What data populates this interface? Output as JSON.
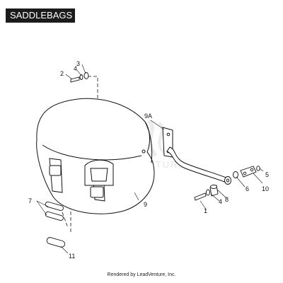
{
  "page": {
    "title": "SADDLEBAGS",
    "credit": "Rendered by LeadVenture, Inc.",
    "watermark": "ADVENTURE"
  },
  "callouts": {
    "c1": "1",
    "c2": "2",
    "c3": "3",
    "c4_top": "4",
    "c4_bottom": "4",
    "c5": "5",
    "c6": "6",
    "c7": "7",
    "c8": "8",
    "c9": "9",
    "c9a": "9A",
    "c10": "10",
    "c11": "11"
  },
  "colors": {
    "line": "#111111",
    "title_bg": "#1b1b1b",
    "title_text": "#ffffff"
  }
}
